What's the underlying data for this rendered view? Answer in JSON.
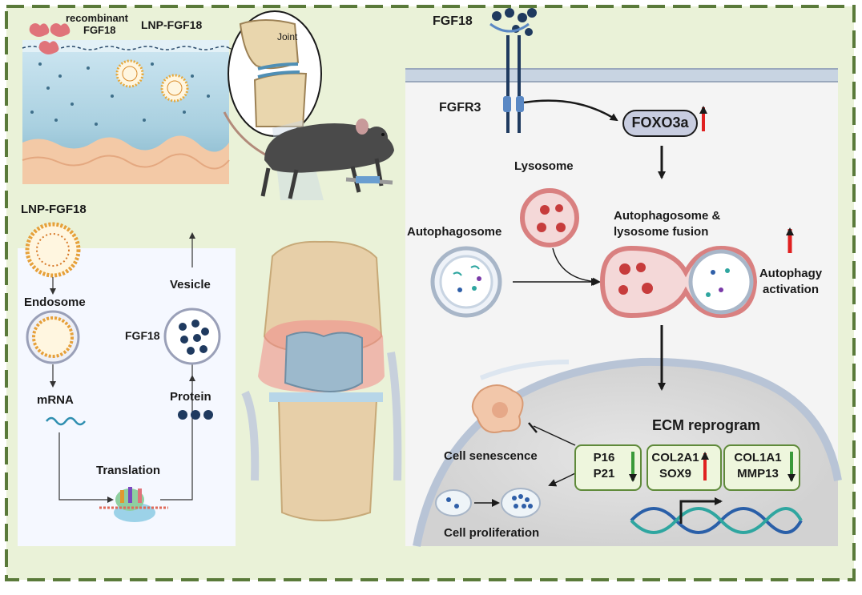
{
  "panel1": {
    "recombinant_line1": "recombinant",
    "recombinant_line2": "FGF18",
    "lnp_fgf18": "LNP-FGF18",
    "joint": "Joint"
  },
  "panel2": {
    "lnp_fgf18": "LNP-FGF18",
    "endosome": "Endosome",
    "mrna": "mRNA",
    "translation": "Translation",
    "protein": "Protein",
    "fgf18": "FGF18",
    "vesicle": "Vesicle"
  },
  "panel3": {
    "fgf18": "FGF18",
    "fgfr3": "FGFR3",
    "foxo3a": "FOXO3a",
    "lysosome": "Lysosome",
    "autophagosome": "Autophagosome",
    "fusion_line1": "Autophagosome &",
    "fusion_line2": "lysosome fusion",
    "activation_line1": "Autophagy",
    "activation_line2": "activation",
    "ecm_reprogram": "ECM reprogram",
    "cell_senescence": "Cell senescence",
    "cell_proliferation": "Cell proliferation",
    "box1_line1": "P16",
    "box1_line2": "P21",
    "box2_line1": "COL2A1",
    "box2_line2": "SOX9",
    "box3_line1": "COL1A1",
    "box3_line2": "MMP13"
  },
  "colors": {
    "outer_border": "#5a7a3a",
    "background": "#eaf2d8",
    "up_arrow": "#e02020",
    "down_arrow": "#3a9a3a",
    "receptor": "#1f3a5f",
    "lysosome": "#d98080",
    "dna_blue": "#2a5fa8",
    "dna_teal": "#2fa6a0"
  }
}
